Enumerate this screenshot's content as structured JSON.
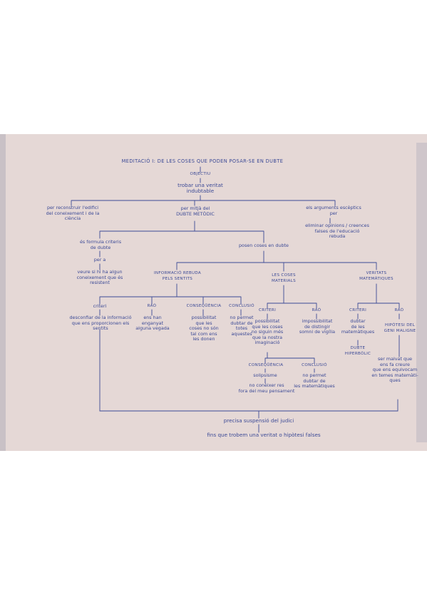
{
  "colors": {
    "paper": "#e5d8d6",
    "ink": "#3c4a96",
    "background": "#ffffff"
  },
  "nodes": {
    "title": "MEDITACIÓ I: DE LES COSES QUE PODEN POSAR-SE EN DUBTE",
    "objectiu": "OBJECTIU",
    "trobar": "trobar una veritat\nindubtable",
    "per_reconstruir": "per reconstruir l'edifici\ndel coneixement i de la\nciència",
    "per_mitja": "per mitjà del\nDUBTE METÒDIC",
    "els_arguments": "els arguments escèptics\nper",
    "eliminar": "eliminar opinions / creences\nfalses de l'educació\nrebuda",
    "es_formula": "és formula criteris\nde dubte",
    "per_a": "per a",
    "veure": "veure si hi ha algun\nconeixement que és\nresistent",
    "posen": "posen coses en dubte",
    "informacio_sentits": "INFORMACIÓ REBUDA\nPELS SENTITS",
    "les_coses": "LES COSES\nMATERIALS",
    "veritats": "VERITATS\nMATEMÀTIQUES",
    "criteri1": "criteri",
    "desconfiar": "desconfiar de la informació\nque ens proporcionen els\nsentits",
    "rao1": "RAÓ",
    "ens_han": "ens han\nenganyat\nalguna vegada",
    "consequencia1": "CONSEQÜÈNCIA",
    "possibilitat": "possibilitat\nque les\ncoses no són\ntal com ens\nles donen",
    "conclusio1": "CONCLUSIÓ",
    "no_permet": "no permet\ndubtar de\ntotes\naquestes",
    "criteri2": "CRITERI",
    "possibilitat_coses": "possibilitat\nque les coses\nno siguin més\nque la nostra\nimaginació",
    "rao2": "RAÓ",
    "impossibilitat": "impossibilitat\nde distingir\nsomni de vigília",
    "criteri3": "CRITERI",
    "dubtar": "dubtar\nde les\nmatemàtiques",
    "dubte_hiperbolic": "DUBTE\nHIPERBÒLIC",
    "rao3": "RAÓ",
    "hipotesi": "HIPÒTESI DEL\nGENI MALIGNE",
    "consequencia2": "CONSEQÜÈNCIA",
    "solipsisme": "solipsisme",
    "no_coneixer": "no conèixer res\nfora del meu pensament",
    "conclusio2": "CONCLUSIÓ",
    "no_permet_dubtar": "no permet\ndubtar de\nles matemàtiques",
    "ser_malvat": "ser malvat que\nens fa creure\nque ens equivocam\nen temes matemàti-\nques",
    "precisa": "precisa suspensió del judici",
    "fins": "fins que trobem una veritat o hipòtesi falses"
  }
}
